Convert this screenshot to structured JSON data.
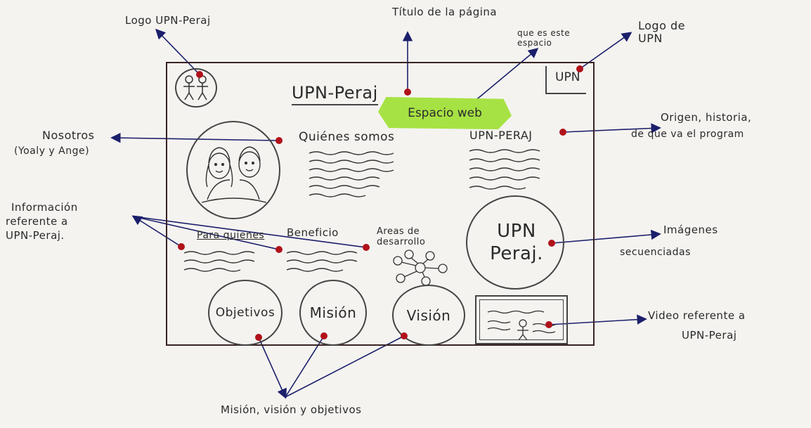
{
  "sketch": {
    "page_title": "UPN-Peraj",
    "green_tag": "Espacio web",
    "section_quienes": "Quiénes somos",
    "section_upn": "UPN-PERAJ",
    "col_para_quienes": "Para quienes",
    "col_beneficio": "Beneficio",
    "col_areas": "Areas de desarrollo",
    "big_circle_text": "UPN Peraj.",
    "circle_objetivos": "Objetivos",
    "circle_mision": "Misión",
    "circle_vision": "Visión",
    "logo_upn_text": "UPN"
  },
  "annotations": {
    "logo_upn_peraj": "Logo UPN-Peraj",
    "titulo_pagina": "Título de la página",
    "que_es_espacio": "que es este espacio",
    "logo_upn": "Logo de UPN",
    "nosotros": "Nosotros",
    "nosotros_sub": "(Yoaly y Ange)",
    "origen": "Origen, historia,",
    "origen_2": "de que va el program",
    "info_ref": "Información",
    "info_ref_2": "referente a",
    "info_ref_3": "UPN-Peraj.",
    "imagenes": "Imágenes",
    "imagenes_2": "secuenciadas",
    "video": "Video referente a",
    "video_2": "UPN-Peraj",
    "mision_vision": "Misión, visión y objetivos"
  },
  "colors": {
    "marker_red": "#b0121a",
    "arrow_navy": "#1c1f6b",
    "highlight_green": "#a7e244",
    "frame_border": "#3a2323"
  }
}
